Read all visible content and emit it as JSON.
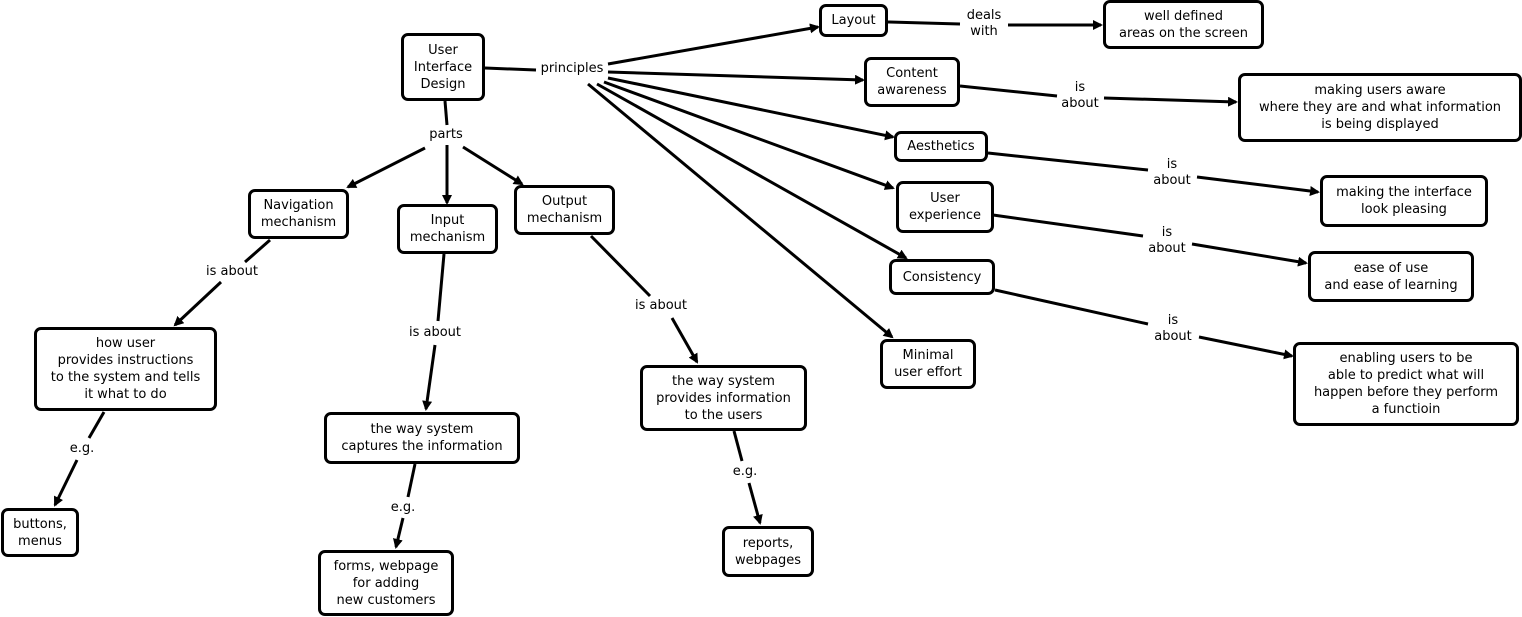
{
  "diagram": {
    "title": "User Interface Design concept map",
    "colors": {
      "stroke": "#000000",
      "background": "#ffffff"
    },
    "nodes": {
      "uid": "User\nInterface\nDesign",
      "nav": "Navigation\nmechanism",
      "input": "Input\nmechanism",
      "output": "Output\nmechanism",
      "nav_desc": "how user\nprovides instructions\nto the system and tells\nit what to do",
      "nav_eg": "buttons,\nmenus",
      "input_desc": "the way system\ncaptures the information",
      "input_eg": "forms, webpage\nfor adding\nnew customers",
      "output_desc": "the way system\nprovides information\nto the users",
      "output_eg": "reports,\nwebpages",
      "layout": "Layout",
      "layout_desc": "well defined\nareas on the screen",
      "content": "Content\nawareness",
      "content_desc": "making users aware\nwhere they are and what information\nis being displayed",
      "aesthetics": "Aesthetics",
      "aesthetics_desc": "making the interface\nlook pleasing",
      "ux": "User\nexperience",
      "ux_desc": "ease of use\nand ease of learning",
      "consistency": "Consistency",
      "consistency_desc": "enabling users to be\nable to predict what will\nhappen before they perform\na functioin",
      "minimal": "Minimal\nuser effort"
    },
    "links": {
      "principles": "principles",
      "parts": "parts",
      "nav_about": "is about",
      "input_about": "is about",
      "output_about": "is about",
      "nav_eg": "e.g.",
      "input_eg": "e.g.",
      "output_eg": "e.g.",
      "layout_deals": "deals\nwith",
      "content_about": "is\nabout",
      "aesthetics_about": "is\nabout",
      "ux_about": "is\nabout",
      "consistency_about": "is\nabout"
    }
  }
}
